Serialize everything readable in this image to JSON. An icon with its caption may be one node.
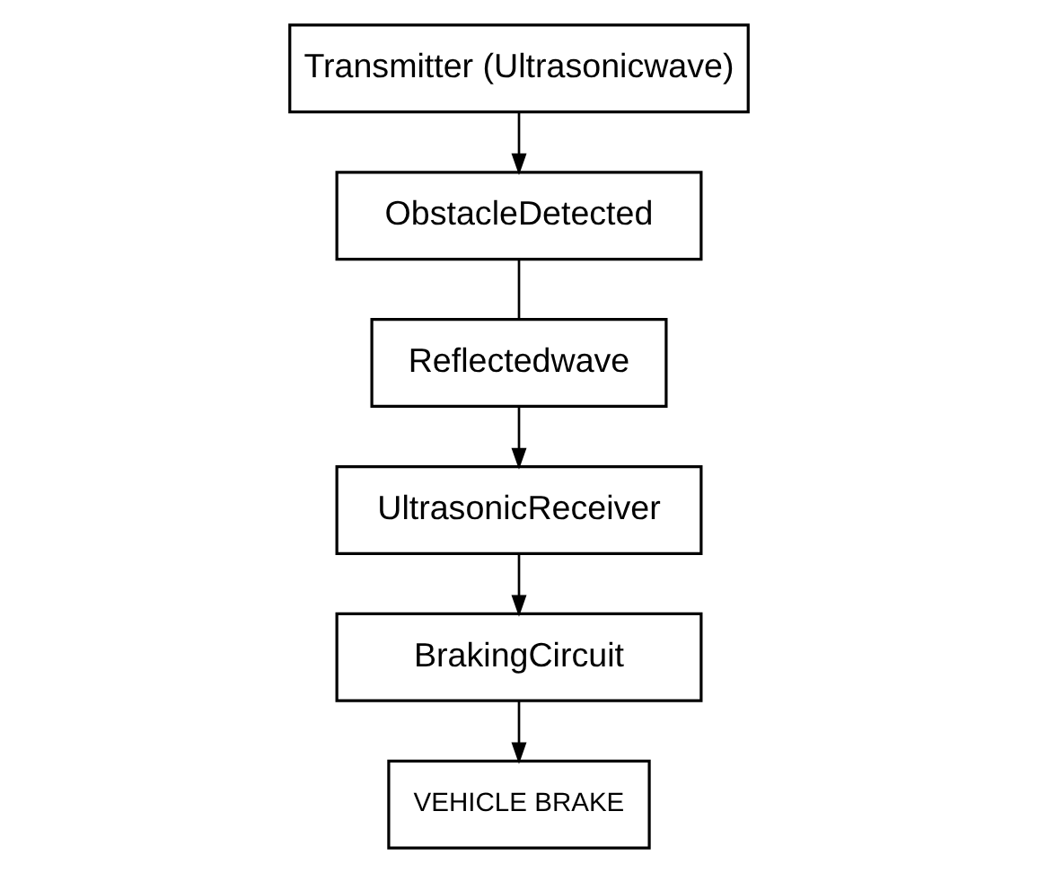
{
  "diagram": {
    "nodes": [
      {
        "text": [
          "Transmitter (Ultrasonicwave)"
        ]
      },
      {
        "text": [
          "ObstacleDetected"
        ]
      },
      {
        "text": [
          "Reflectedwave"
        ]
      },
      {
        "text": [
          "UltrasonicReceiver"
        ]
      },
      {
        "text": [
          "BrakingCircuit"
        ]
      },
      {
        "text": [
          "VEHICLE BRAKE"
        ]
      }
    ],
    "edges": [
      {
        "from": 0,
        "to": 1,
        "arrow": "to"
      },
      {
        "from": 1,
        "to": 2,
        "arrow": "none"
      },
      {
        "from": 2,
        "to": 3,
        "arrow": "to"
      },
      {
        "from": 3,
        "to": 4,
        "arrow": "to"
      },
      {
        "from": 4,
        "to": 5,
        "arrow": "to"
      }
    ]
  }
}
